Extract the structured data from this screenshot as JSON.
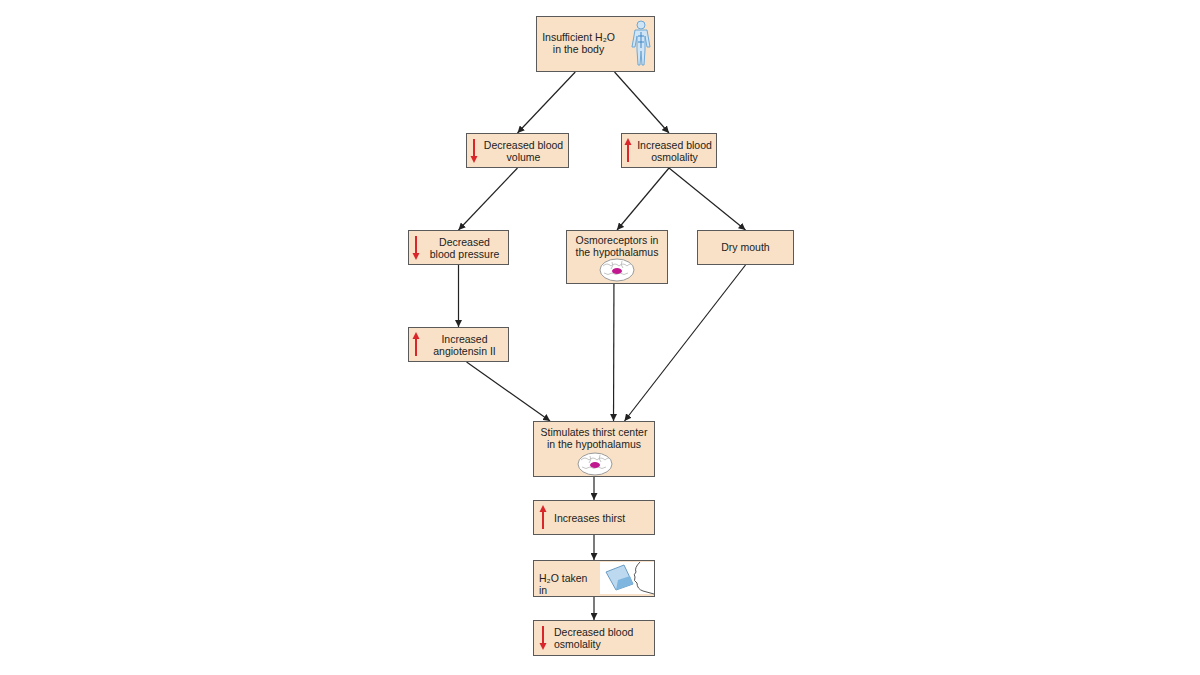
{
  "diagram": {
    "nodes": [
      {
        "text": [
          "Insufficient H₂O in the body"
        ]
      },
      {
        "text": [
          "Decreased blood volume"
        ]
      },
      {
        "text": [
          "Increased blood osmolality"
        ]
      },
      {
        "text": [
          "Decreased blood pressure"
        ]
      },
      {
        "text": [
          "Osmoreceptors in the hypothalamus"
        ]
      },
      {
        "text": [
          "Dry mouth"
        ]
      },
      {
        "text": [
          "Increased angiotensin II"
        ]
      },
      {
        "text": [
          "Stimulates thirst center in the hypothalamus"
        ]
      },
      {
        "text": [
          "Increases thirst"
        ]
      },
      {
        "text": [
          "H₂O taken in"
        ]
      },
      {
        "text": [
          "Decreased blood osmolality"
        ]
      }
    ],
    "edges": [
      {
        "from": 0,
        "to": 1,
        "arrow": "to"
      },
      {
        "from": 0,
        "to": 2,
        "arrow": "to"
      },
      {
        "from": 1,
        "to": 3,
        "arrow": "to"
      },
      {
        "from": 2,
        "to": 4,
        "arrow": "to"
      },
      {
        "from": 2,
        "to": 5,
        "arrow": "to"
      },
      {
        "from": 3,
        "to": 6,
        "arrow": "to"
      },
      {
        "from": 6,
        "to": 7,
        "arrow": "to"
      },
      {
        "from": 4,
        "to": 7,
        "arrow": "to"
      },
      {
        "from": 5,
        "to": 7,
        "arrow": "to"
      },
      {
        "from": 7,
        "to": 8,
        "arrow": "to"
      },
      {
        "from": 8,
        "to": 9,
        "arrow": "to"
      },
      {
        "from": 9,
        "to": 10,
        "arrow": "to"
      }
    ]
  }
}
